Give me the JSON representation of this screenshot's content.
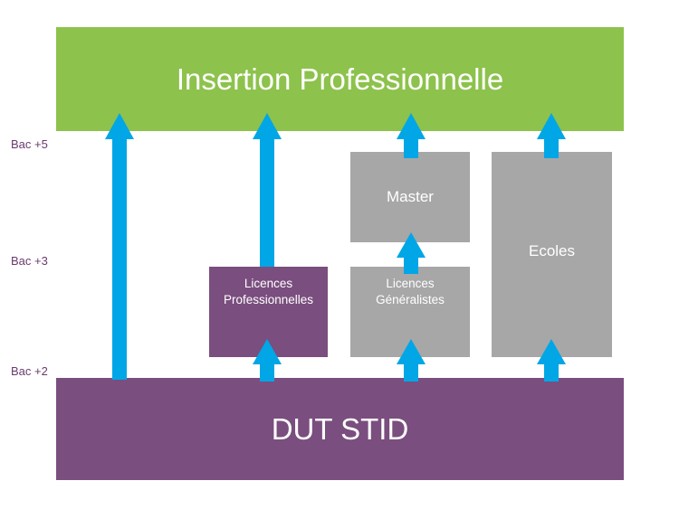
{
  "diagram": {
    "top_banner": "Insertion Professionnelle",
    "bottom_banner": "DUT STID",
    "levels": {
      "bac5": "Bac +5",
      "bac3": "Bac +3",
      "bac2": "Bac +2"
    },
    "boxes": {
      "licences_pro_line1": "Licences",
      "licences_pro_line2": "Professionnelles",
      "master": "Master",
      "licences_gen_line1": "Licences",
      "licences_gen_line2": "Généralistes",
      "ecoles": "Ecoles"
    },
    "colors": {
      "green": "#8dc24c",
      "purple": "#7a4e7e",
      "gray": "#a7a7a7",
      "arrow": "#00a6e6",
      "level_text": "#6b3a6e"
    }
  }
}
